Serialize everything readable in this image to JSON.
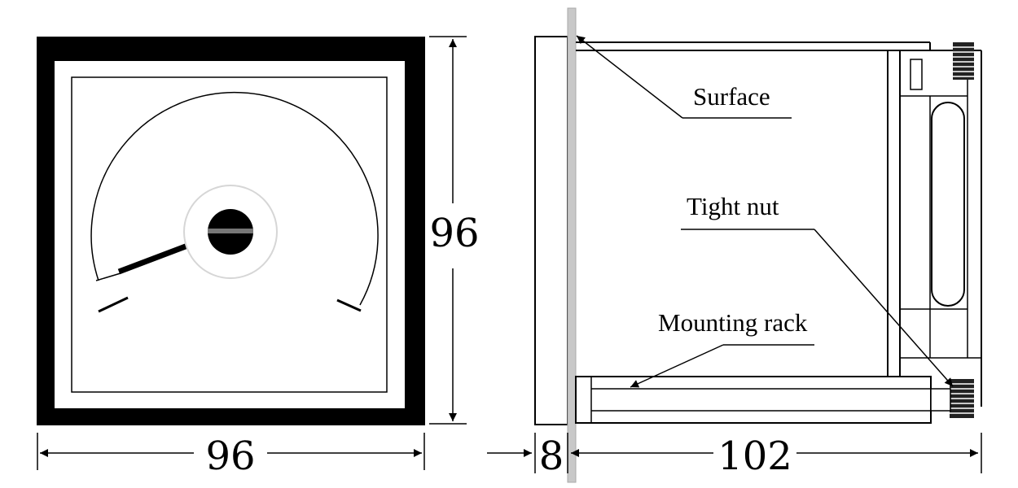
{
  "front_view": {
    "width_dimension": "96",
    "height_dimension": "96"
  },
  "side_view": {
    "bezel_depth_dimension": "8",
    "body_depth_dimension": "102",
    "callouts": {
      "surface": "Surface",
      "tight_nut": "Tight nut",
      "mounting_rack": "Mounting rack"
    }
  },
  "colors": {
    "line": "#000000",
    "frame": "#000000",
    "panel_surface": "#c8c8c8",
    "background": "#ffffff"
  }
}
